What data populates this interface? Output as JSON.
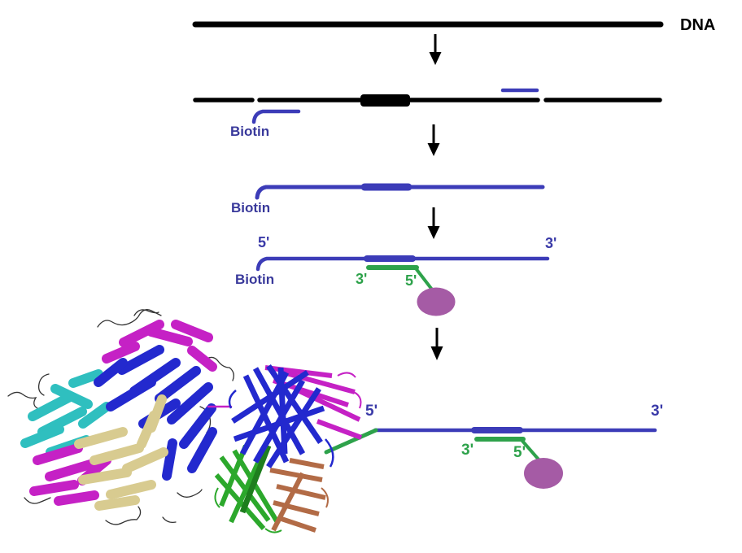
{
  "labels": {
    "dna": "DNA",
    "step2_biotin": "Biotin",
    "step3_biotin": "Biotin",
    "step4_biotin": "Biotin",
    "step4_five_prime": "5'",
    "step4_three_prime": "3'",
    "step4_primer_three_prime": "3'",
    "step4_primer_five_prime": "5'",
    "step5_five_prime": "5'",
    "step5_three_prime": "3'",
    "step5_primer_three_prime": "3'",
    "step5_primer_five_prime": "5'"
  },
  "colors": {
    "dna_black": "#000000",
    "strand_blue": "#3C3CB8",
    "label_blue": "#39399B",
    "primer_green": "#2EA24B",
    "polymerase_purple": "#A55BA5",
    "protein_cyan": "#2FBFBF",
    "protein_blue": "#2329CE",
    "protein_magenta": "#C521C5",
    "protein_tan": "#D8CB90",
    "protein_green": "#2CA82C",
    "protein_green_dark": "#1E7E1E",
    "protein_brown": "#B26B46",
    "protein_wire": "#333333"
  }
}
